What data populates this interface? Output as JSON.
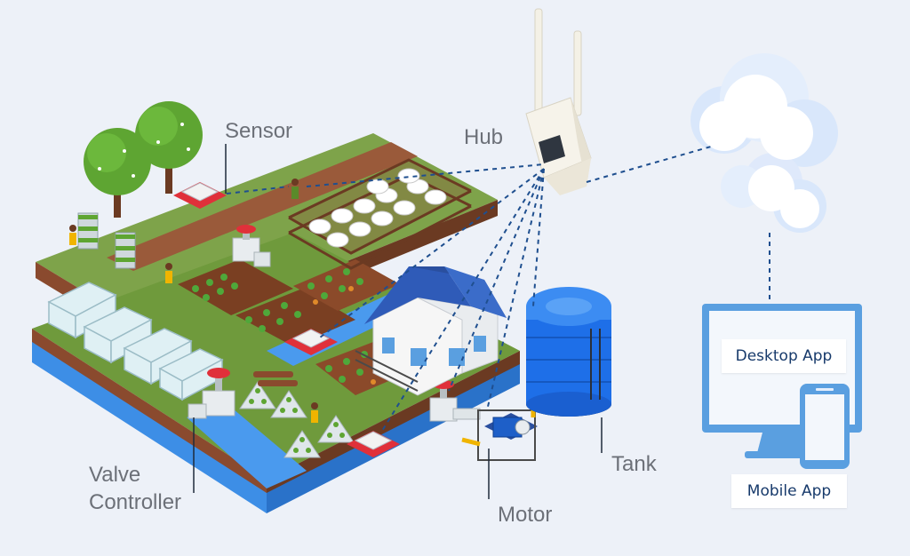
{
  "labels": {
    "sensor": "Sensor",
    "hub": "Hub",
    "valve_line1": "Valve",
    "valve_line2": "Controller",
    "motor": "Motor",
    "tank": "Tank"
  },
  "apps": {
    "desktop": "Desktop App",
    "mobile": "Mobile App"
  },
  "colors": {
    "background": "#edf1f8",
    "grass": "#7ea34a",
    "soil": "#8a4a2e",
    "water": "#3d8ee6",
    "tank_blue": "#1e6fe8",
    "roof_blue": "#2f5bb8",
    "device_blue": "#5a9fe0",
    "sensor_red": "#e0303a",
    "label_grey": "#6c7078",
    "app_text_navy": "#173a6b",
    "link_dash_navy": "#1f4f8f"
  },
  "icons": [
    "tree-icon",
    "sensor-icon",
    "sheep-icon",
    "greenhouse-icon",
    "valve-icon",
    "house-icon",
    "water-tank-icon",
    "motor-pump-icon",
    "router-hub-icon",
    "cloud-icon",
    "desktop-monitor-icon",
    "smartphone-icon"
  ]
}
